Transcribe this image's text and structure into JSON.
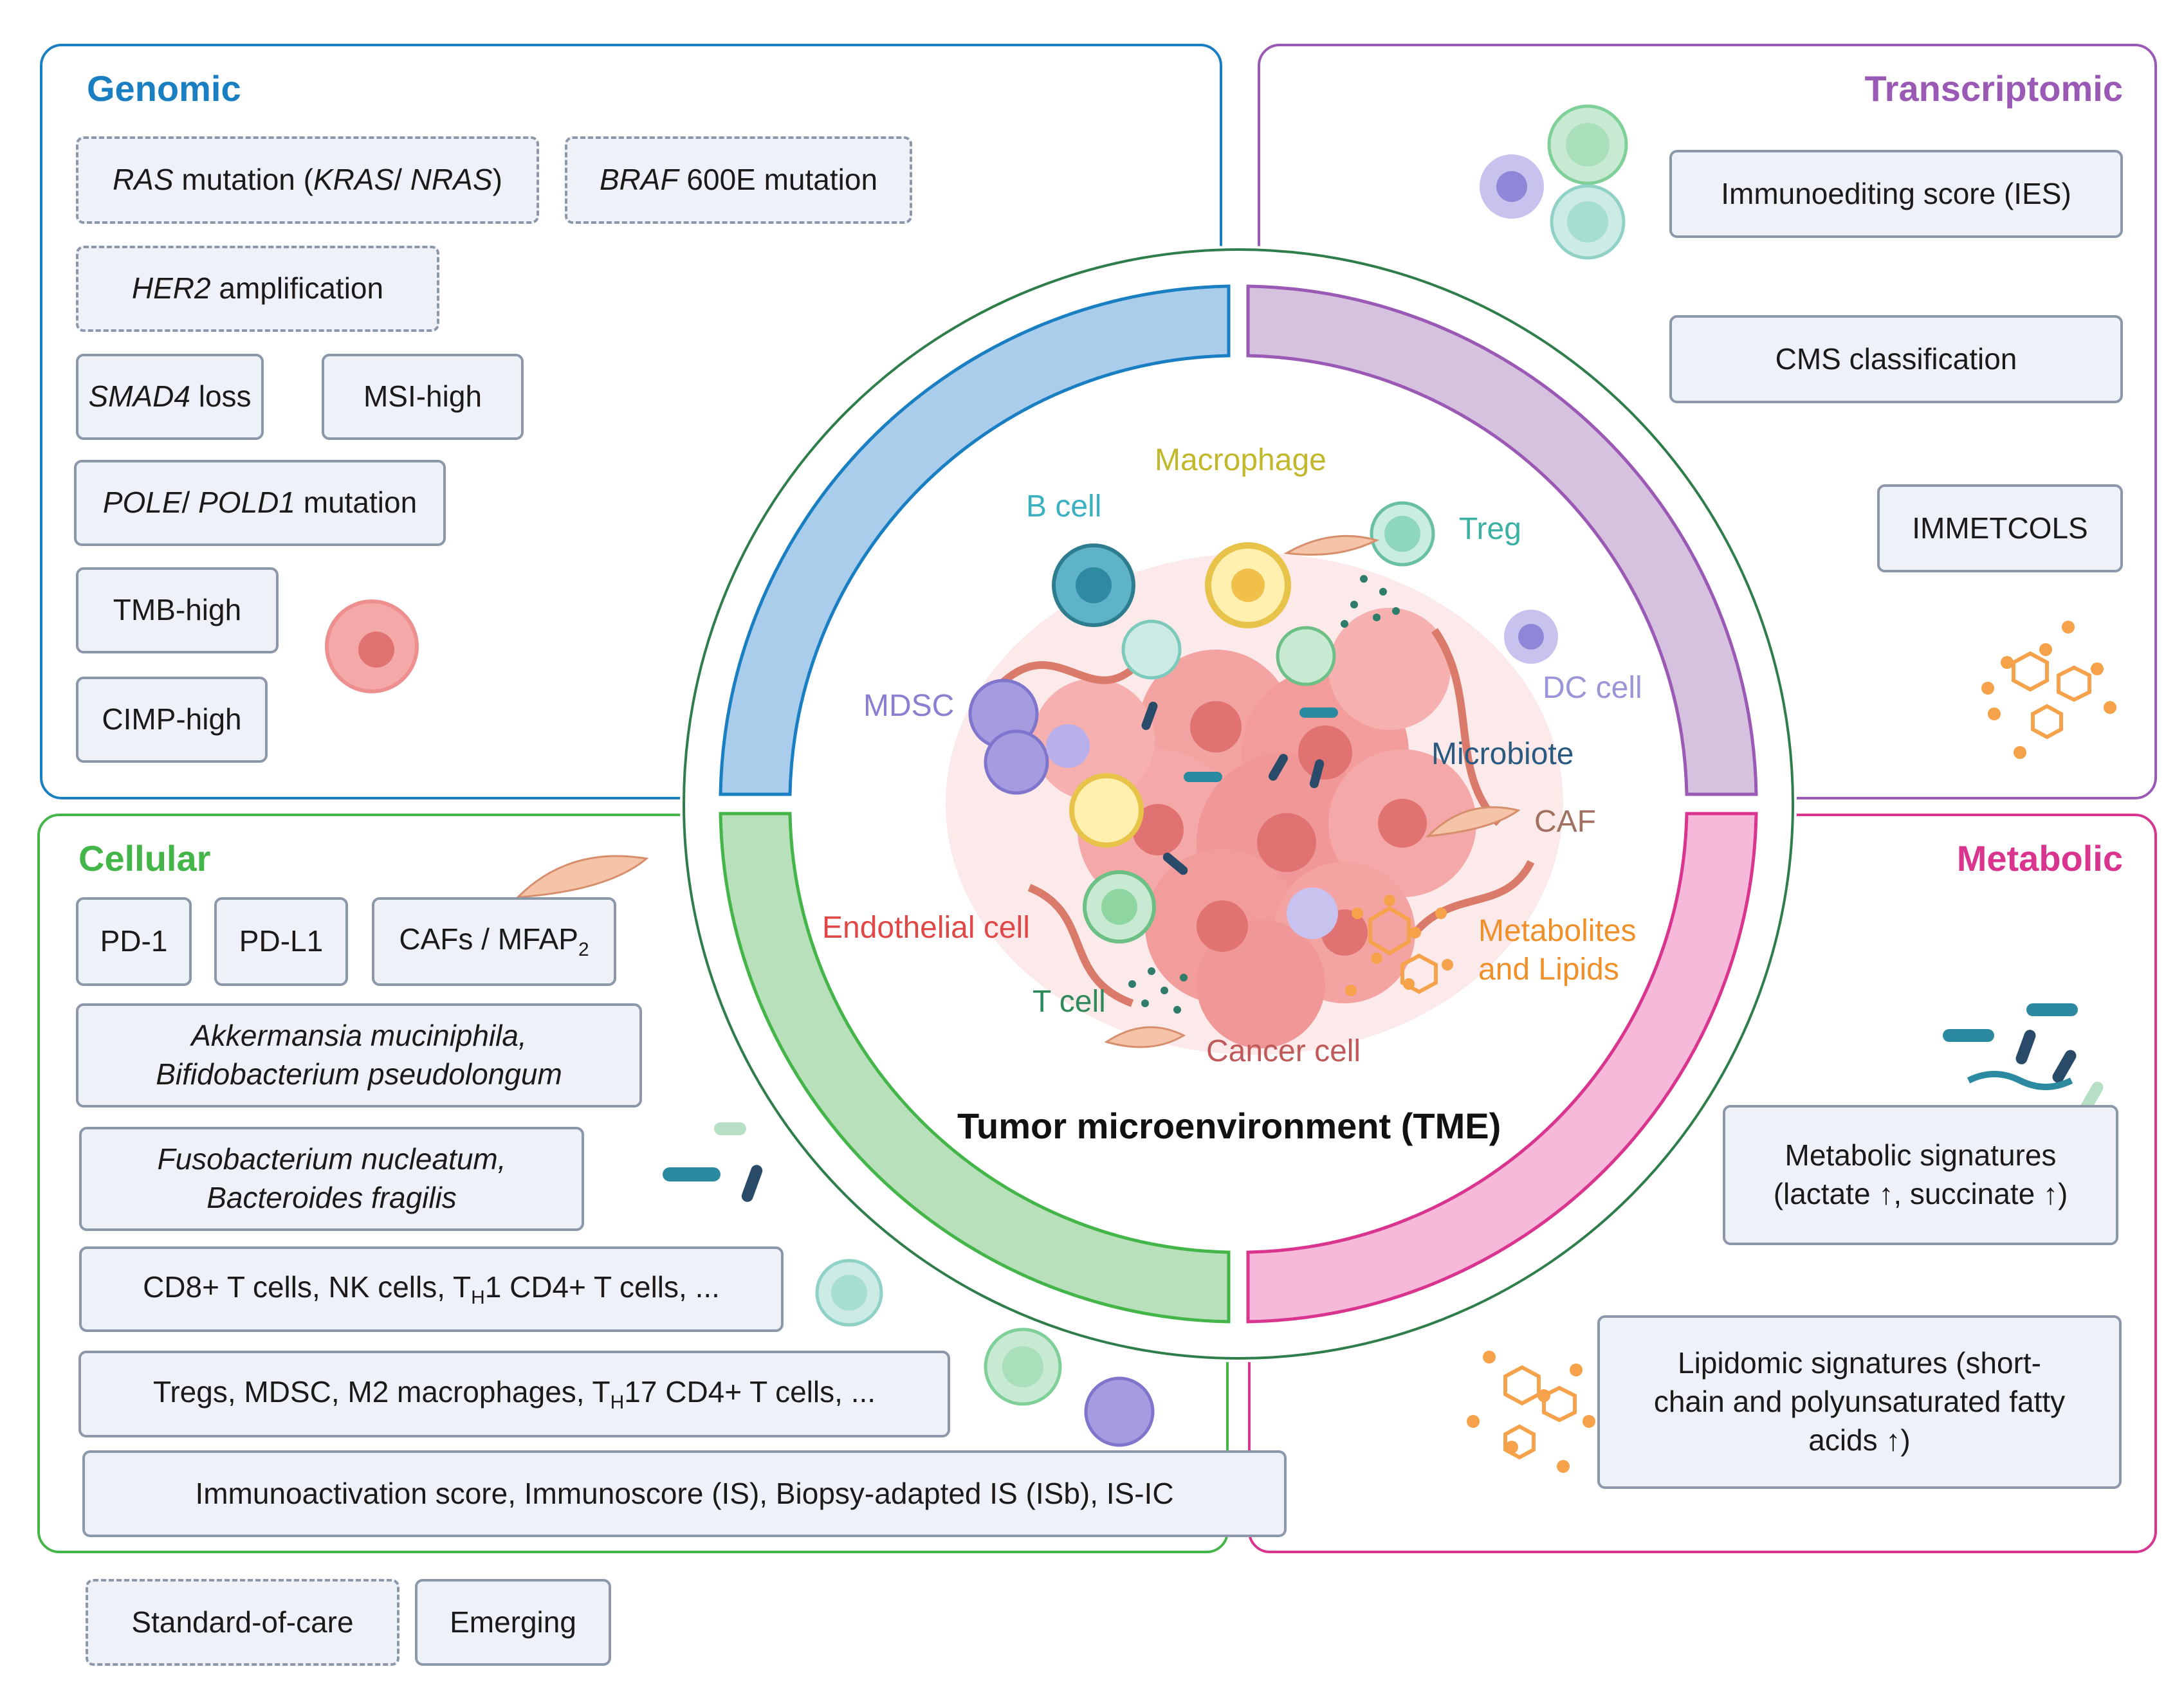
{
  "colors": {
    "genomic": "#1a7fc2",
    "transcriptomic": "#9b59b6",
    "cellular": "#44b549",
    "metabolic": "#d9358f",
    "box_fill": "#eef1f7",
    "box_border": "#8c97aa"
  },
  "panels": {
    "genomic": {
      "title": "Genomic"
    },
    "transcriptomic": {
      "title": "Transcriptomic"
    },
    "cellular": {
      "title": "Cellular"
    },
    "metabolic": {
      "title": "Metabolic"
    }
  },
  "genomic": {
    "ras": {
      "i1": "RAS",
      "t1": " mutation (",
      "i2": "KRAS",
      "t2": "/ ",
      "i3": "NRAS",
      "t3": ")"
    },
    "braf": {
      "i1": "BRAF",
      "t1": " 600E mutation"
    },
    "her2": {
      "i1": "HER2",
      "t1": " amplification"
    },
    "smad4": {
      "i1": "SMAD4",
      "t1": " loss"
    },
    "msi": "MSI-high",
    "pole": {
      "i1": "POLE",
      "t1": "/ ",
      "i2": "POLD1",
      "t2": " mutation"
    },
    "tmb": "TMB-high",
    "cimp": "CIMP-high"
  },
  "transcriptomic": {
    "ies": "Immunoediting score (IES)",
    "cms": "CMS classification",
    "immetcols": "IMMETCOLS"
  },
  "cellular": {
    "pd1": "PD-1",
    "pdl1": "PD-L1",
    "cafs": {
      "t1": "CAFs / MFAP",
      "sub": "2"
    },
    "akk": {
      "l1": "Akkermansia muciniphila,",
      "l2": "Bifidobacterium pseudolongum"
    },
    "fuso": {
      "l1": "Fusobacterium nucleatum,",
      "l2": "Bacteroides fragilis"
    },
    "cd8": {
      "t1": "CD8+ T cells, NK cells, T",
      "sub": "H",
      "t2": "1 CD4+ T cells, ..."
    },
    "tregs": {
      "t1": "Tregs, MDSC, M2 macrophages, T",
      "sub": "H",
      "t2": "17 CD4+ T cells, ..."
    },
    "immuno": "Immunoactivation score, Immunoscore (IS), Biopsy-adapted IS (ISb), IS-IC"
  },
  "metabolic": {
    "sig": {
      "l1": "Metabolic signatures",
      "l2": "(lactate ↑, succinate ↑)"
    },
    "lipid": {
      "l1": "Lipidomic signatures (short-",
      "l2": "chain and polyunsaturated fatty",
      "l3": "acids ↑)"
    }
  },
  "tme": {
    "title": "Tumor microenvironment (TME)",
    "macrophage": "Macrophage",
    "bcell": "B cell",
    "treg": "Treg",
    "mdsc": "MDSC",
    "dccell": "DC cell",
    "microbiote": "Microbiote",
    "caf": "CAF",
    "endothelial": "Endothelial cell",
    "metabolites1": "Metabolites",
    "metabolites2": "and Lipids",
    "tcell": "T cell",
    "cancercell": "Cancer cell"
  },
  "legend": {
    "standard": "Standard-of-care",
    "emerging": "Emerging"
  }
}
